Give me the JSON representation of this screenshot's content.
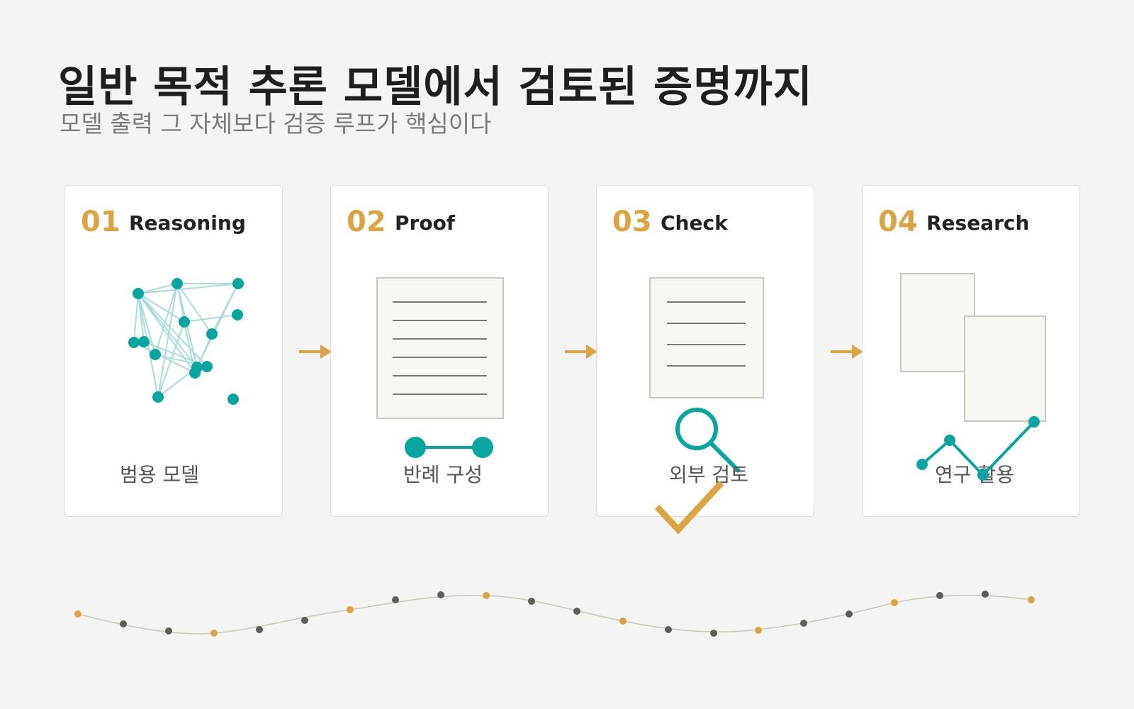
{
  "title": "일반 목적 추론 모델에서 검토된 증명까지",
  "subtitle": "모델 출력 그 자체보다 검증 루프가 핵심이다",
  "steps": [
    {
      "num": "01",
      "name": "Reasoning",
      "caption": "범용 모델",
      "icon": "network-graph-icon"
    },
    {
      "num": "02",
      "name": "Proof",
      "caption": "반례 구성",
      "icon": "proof-document-icon"
    },
    {
      "num": "03",
      "name": "Check",
      "caption": "외부 검토",
      "icon": "magnifier-check-icon"
    },
    {
      "num": "04",
      "name": "Research",
      "caption": "연구 활용",
      "icon": "research-papers-icon"
    }
  ],
  "colors": {
    "accent": "#d9a441",
    "teal": "#0aa5a0",
    "dark_dot": "#5e5e58",
    "paper": "#f8f8f3"
  }
}
